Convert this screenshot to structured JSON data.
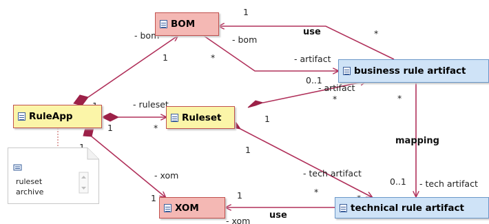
{
  "nodes": {
    "bom": "BOM",
    "ruleset": "Ruleset",
    "ruleapp": "RuleApp",
    "xom": "XOM",
    "business_rule_artifact": "business rule artifact",
    "technical_rule_artifact": "technical rule artifact"
  },
  "note": {
    "line1": "ruleset",
    "line2": "archive"
  },
  "edges": [
    {
      "from": "RuleApp",
      "to": "BOM",
      "role": "- bom",
      "source_mult": "1",
      "target_mult": "1"
    },
    {
      "from": "RuleApp",
      "to": "Ruleset",
      "role": "- ruleset",
      "source_mult": "1",
      "target_mult": "*"
    },
    {
      "from": "RuleApp",
      "to": "XOM",
      "role": "- xom",
      "source_mult": "1",
      "target_mult": "1"
    },
    {
      "from": "BOM",
      "to": "business rule artifact",
      "role": "- artifact",
      "source_mult": "*",
      "target_mult": "0..1",
      "extra_role": "- bom"
    },
    {
      "from": "business rule artifact",
      "to": "BOM",
      "label": "use",
      "source_mult": "*",
      "target_mult": "1"
    },
    {
      "from": "Ruleset",
      "to": "business rule artifact",
      "role": "- artifact",
      "source_mult": "1",
      "target_mult": "*"
    },
    {
      "from": "Ruleset",
      "to": "technical rule artifact",
      "role": "- tech artifact",
      "source_mult": "1",
      "target_mult": "*"
    },
    {
      "from": "business rule artifact",
      "to": "technical rule artifact",
      "label": "mapping",
      "role": "- tech artifact",
      "source_mult": "*",
      "target_mult": "0..1"
    },
    {
      "from": "technical rule artifact",
      "to": "XOM",
      "label": "use",
      "role": "- xom",
      "source_mult": "*",
      "target_mult": "1"
    }
  ],
  "colors": {
    "edge": "#b0305a",
    "class_pink": "#f4b8b4",
    "class_yellow": "#fbf5a8",
    "class_blue": "#cfe3f7"
  }
}
